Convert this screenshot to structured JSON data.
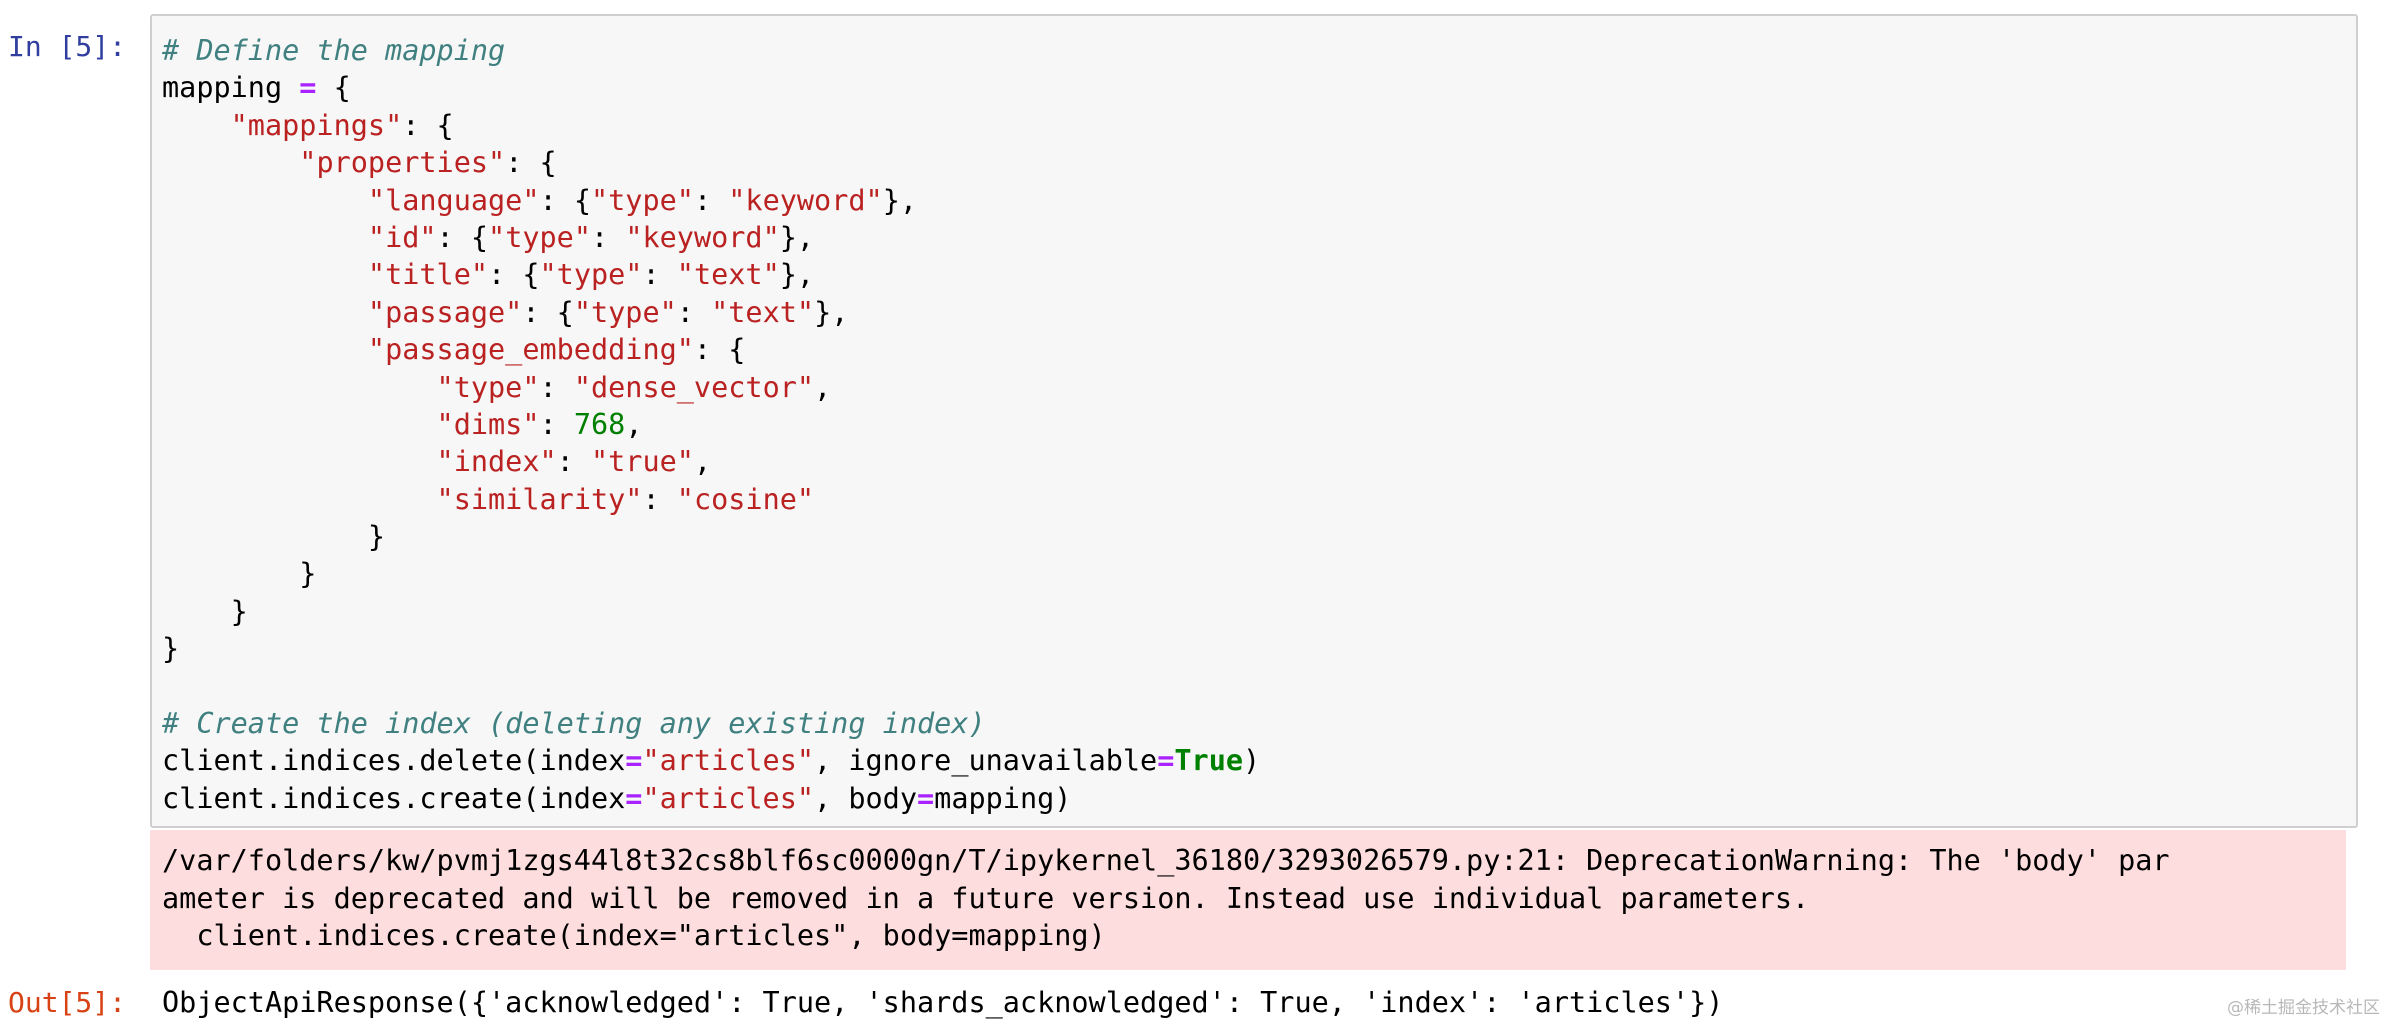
{
  "input_prompt": "In [5]:",
  "output_prompt": "Out[5]:",
  "code_lines": [
    [
      {
        "t": "com",
        "v": "# Define the mapping"
      }
    ],
    [
      {
        "t": "plain",
        "v": "mapping "
      },
      {
        "t": "op",
        "v": "="
      },
      {
        "t": "plain",
        "v": " {"
      }
    ],
    [
      {
        "t": "plain",
        "v": "    "
      },
      {
        "t": "str",
        "v": "\"mappings\""
      },
      {
        "t": "plain",
        "v": ": {"
      }
    ],
    [
      {
        "t": "plain",
        "v": "        "
      },
      {
        "t": "str",
        "v": "\"properties\""
      },
      {
        "t": "plain",
        "v": ": {"
      }
    ],
    [
      {
        "t": "plain",
        "v": "            "
      },
      {
        "t": "str",
        "v": "\"language\""
      },
      {
        "t": "plain",
        "v": ": {"
      },
      {
        "t": "str",
        "v": "\"type\""
      },
      {
        "t": "plain",
        "v": ": "
      },
      {
        "t": "str",
        "v": "\"keyword\""
      },
      {
        "t": "plain",
        "v": "},"
      }
    ],
    [
      {
        "t": "plain",
        "v": "            "
      },
      {
        "t": "str",
        "v": "\"id\""
      },
      {
        "t": "plain",
        "v": ": {"
      },
      {
        "t": "str",
        "v": "\"type\""
      },
      {
        "t": "plain",
        "v": ": "
      },
      {
        "t": "str",
        "v": "\"keyword\""
      },
      {
        "t": "plain",
        "v": "},"
      }
    ],
    [
      {
        "t": "plain",
        "v": "            "
      },
      {
        "t": "str",
        "v": "\"title\""
      },
      {
        "t": "plain",
        "v": ": {"
      },
      {
        "t": "str",
        "v": "\"type\""
      },
      {
        "t": "plain",
        "v": ": "
      },
      {
        "t": "str",
        "v": "\"text\""
      },
      {
        "t": "plain",
        "v": "},"
      }
    ],
    [
      {
        "t": "plain",
        "v": "            "
      },
      {
        "t": "str",
        "v": "\"passage\""
      },
      {
        "t": "plain",
        "v": ": {"
      },
      {
        "t": "str",
        "v": "\"type\""
      },
      {
        "t": "plain",
        "v": ": "
      },
      {
        "t": "str",
        "v": "\"text\""
      },
      {
        "t": "plain",
        "v": "},"
      }
    ],
    [
      {
        "t": "plain",
        "v": "            "
      },
      {
        "t": "str",
        "v": "\"passage_embedding\""
      },
      {
        "t": "plain",
        "v": ": {"
      }
    ],
    [
      {
        "t": "plain",
        "v": "                "
      },
      {
        "t": "str",
        "v": "\"type\""
      },
      {
        "t": "plain",
        "v": ": "
      },
      {
        "t": "str",
        "v": "\"dense_vector\""
      },
      {
        "t": "plain",
        "v": ","
      }
    ],
    [
      {
        "t": "plain",
        "v": "                "
      },
      {
        "t": "str",
        "v": "\"dims\""
      },
      {
        "t": "plain",
        "v": ": "
      },
      {
        "t": "num",
        "v": "768"
      },
      {
        "t": "plain",
        "v": ","
      }
    ],
    [
      {
        "t": "plain",
        "v": "                "
      },
      {
        "t": "str",
        "v": "\"index\""
      },
      {
        "t": "plain",
        "v": ": "
      },
      {
        "t": "str",
        "v": "\"true\""
      },
      {
        "t": "plain",
        "v": ","
      }
    ],
    [
      {
        "t": "plain",
        "v": "                "
      },
      {
        "t": "str",
        "v": "\"similarity\""
      },
      {
        "t": "plain",
        "v": ": "
      },
      {
        "t": "str",
        "v": "\"cosine\""
      }
    ],
    [
      {
        "t": "plain",
        "v": "            }"
      }
    ],
    [
      {
        "t": "plain",
        "v": "        }"
      }
    ],
    [
      {
        "t": "plain",
        "v": "    }"
      }
    ],
    [
      {
        "t": "plain",
        "v": "}"
      }
    ],
    [],
    [
      {
        "t": "com",
        "v": "# Create the index (deleting any existing index)"
      }
    ],
    [
      {
        "t": "plain",
        "v": "client.indices.delete(index"
      },
      {
        "t": "op",
        "v": "="
      },
      {
        "t": "str",
        "v": "\"articles\""
      },
      {
        "t": "plain",
        "v": ", ignore_unavailable"
      },
      {
        "t": "op",
        "v": "="
      },
      {
        "t": "kw",
        "v": "True"
      },
      {
        "t": "plain",
        "v": ")"
      }
    ],
    [
      {
        "t": "plain",
        "v": "client.indices.create(index"
      },
      {
        "t": "op",
        "v": "="
      },
      {
        "t": "str",
        "v": "\"articles\""
      },
      {
        "t": "plain",
        "v": ", body"
      },
      {
        "t": "op",
        "v": "="
      },
      {
        "t": "plain",
        "v": "mapping)"
      }
    ]
  ],
  "stderr_lines": [
    "/var/folders/kw/pvmj1zgs44l8t32cs8blf6sc0000gn/T/ipykernel_36180/3293026579.py:21: DeprecationWarning: The 'body' par",
    "ameter is deprecated and will be removed in a future version. Instead use individual parameters.",
    "  client.indices.create(index=\"articles\", body=mapping)"
  ],
  "output_text": "ObjectApiResponse({'acknowledged': True, 'shards_acknowledged': True, 'index': 'articles'})",
  "watermark": "@稀土掘金技术社区",
  "colors": {
    "comment": "#408080",
    "string": "#ba2121",
    "operator": "#aa22ff",
    "number": "#008000",
    "keyword": "#008000",
    "input_prompt": "#303f9f",
    "output_prompt": "#d84315",
    "stderr_background": "#fddddd",
    "code_background": "#f7f7f7"
  }
}
